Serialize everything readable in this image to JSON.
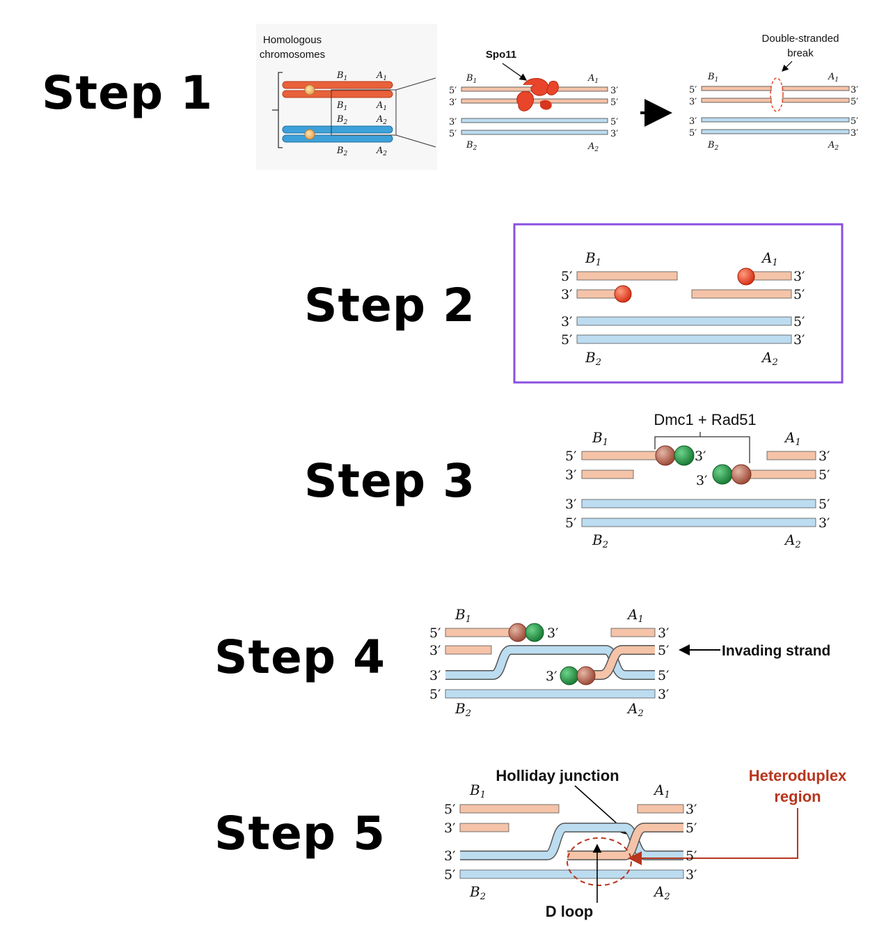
{
  "steps": [
    {
      "title": "Step 1"
    },
    {
      "title": "Step 2"
    },
    {
      "title": "Step 3"
    },
    {
      "title": "Step 4"
    },
    {
      "title": "Step 5"
    }
  ],
  "step1": {
    "homologous_line1": "Homologous",
    "homologous_line2": "chromosomes",
    "spo11": "Spo11",
    "break_line1": "Double-stranded",
    "break_line2": "break"
  },
  "step3": {
    "proteins": "Dmc1 + Rad51"
  },
  "step4": {
    "invading_strand": "Invading strand"
  },
  "step5": {
    "holliday": "Holliday junction",
    "heteroduplex_line1": "Heteroduplex",
    "heteroduplex_line2": "region",
    "d_loop": "D loop"
  },
  "labels": {
    "b1": "B",
    "a1": "A",
    "b2": "B",
    "a2": "A",
    "sub1": "1",
    "sub2": "2",
    "five": "5′",
    "three": "3′"
  },
  "colors": {
    "orange_strand": "#f4c3a8",
    "blue_strand": "#bcdcf0",
    "chrom_red": "#e8613a",
    "chrom_blue": "#3ea1da",
    "highlight_box": "#8a4fe0",
    "heteroduplex": "#b8351e",
    "bead_red": "#e8452a",
    "bead_brown": "#b86a55",
    "bead_green": "#2a9d48"
  }
}
